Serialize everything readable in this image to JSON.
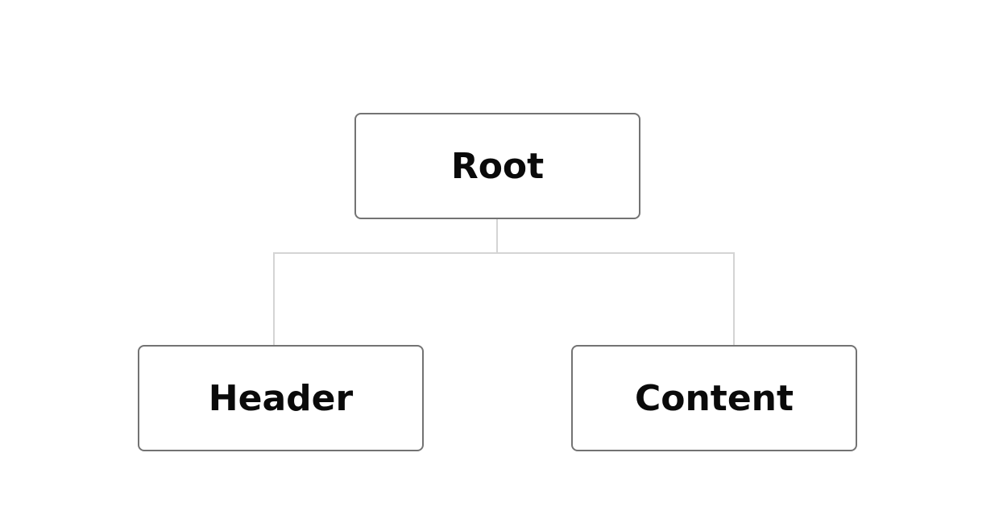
{
  "diagram": {
    "nodes": {
      "root": {
        "label": "Root"
      },
      "header": {
        "label": "Header"
      },
      "content": {
        "label": "Content"
      }
    },
    "edges": [
      {
        "from": "Root",
        "to": "Header"
      },
      {
        "from": "Root",
        "to": "Content"
      }
    ],
    "colors": {
      "node_border": "#737373",
      "connector": "#d4d4d4",
      "text": "#0a0a0a",
      "background": "#ffffff"
    }
  }
}
